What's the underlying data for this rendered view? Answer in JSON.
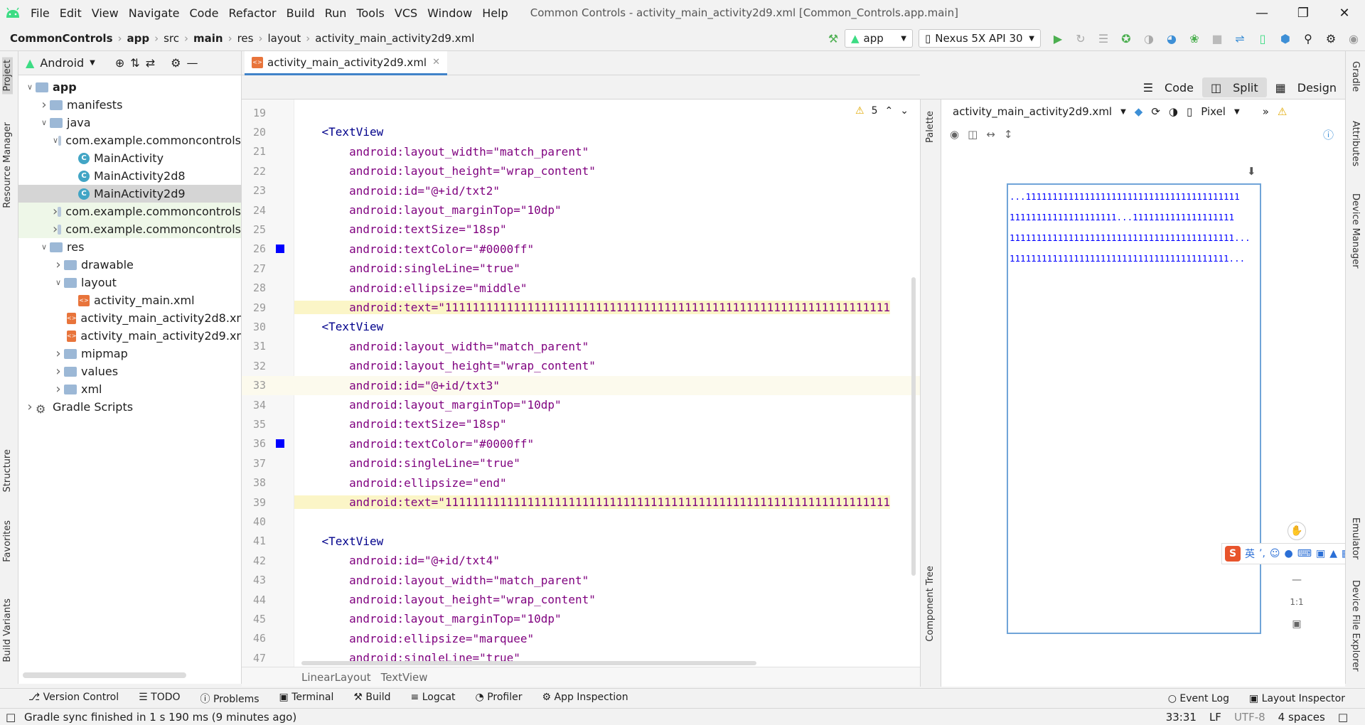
{
  "menu": {
    "items": [
      "File",
      "Edit",
      "View",
      "Navigate",
      "Code",
      "Refactor",
      "Build",
      "Run",
      "Tools",
      "VCS",
      "Window",
      "Help"
    ],
    "title": "Common Controls - activity_main_activity2d9.xml [Common_Controls.app.main]"
  },
  "nav": {
    "crumbs": [
      "CommonControls",
      "app",
      "src",
      "main",
      "res",
      "layout",
      "activity_main_activity2d9.xml"
    ],
    "run_config": "app",
    "device": "Nexus 5X API 30"
  },
  "project": {
    "view_mode": "Android",
    "tree": [
      {
        "label": "app",
        "depth": 0,
        "arrow": "down",
        "icon": "folder"
      },
      {
        "label": "manifests",
        "depth": 1,
        "arrow": "right",
        "icon": "folder"
      },
      {
        "label": "java",
        "depth": 1,
        "arrow": "down",
        "icon": "folder"
      },
      {
        "label": "com.example.commoncontrols",
        "depth": 2,
        "arrow": "down",
        "icon": "package"
      },
      {
        "label": "MainActivity",
        "depth": 3,
        "arrow": "",
        "icon": "class"
      },
      {
        "label": "MainActivity2d8",
        "depth": 3,
        "arrow": "",
        "icon": "class"
      },
      {
        "label": "MainActivity2d9",
        "depth": 3,
        "arrow": "",
        "icon": "class",
        "selected": true
      },
      {
        "label": "com.example.commoncontrols",
        "depth": 2,
        "arrow": "right",
        "icon": "package",
        "green": true
      },
      {
        "label": "com.example.commoncontrols",
        "depth": 2,
        "arrow": "right",
        "icon": "package",
        "green": true
      },
      {
        "label": "res",
        "depth": 1,
        "arrow": "down",
        "icon": "folder"
      },
      {
        "label": "drawable",
        "depth": 2,
        "arrow": "right",
        "icon": "folder"
      },
      {
        "label": "layout",
        "depth": 2,
        "arrow": "down",
        "icon": "folder"
      },
      {
        "label": "activity_main.xml",
        "depth": 3,
        "arrow": "",
        "icon": "xml"
      },
      {
        "label": "activity_main_activity2d8.xml",
        "depth": 3,
        "arrow": "",
        "icon": "xml"
      },
      {
        "label": "activity_main_activity2d9.xml",
        "depth": 3,
        "arrow": "",
        "icon": "xml"
      },
      {
        "label": "mipmap",
        "depth": 2,
        "arrow": "right",
        "icon": "folder"
      },
      {
        "label": "values",
        "depth": 2,
        "arrow": "right",
        "icon": "folder"
      },
      {
        "label": "xml",
        "depth": 2,
        "arrow": "right",
        "icon": "folder"
      },
      {
        "label": "Gradle Scripts",
        "depth": 0,
        "arrow": "right",
        "icon": "gradle"
      }
    ]
  },
  "left_tabs": [
    "Project",
    "Resource Manager",
    "Structure",
    "Favorites",
    "Build Variants"
  ],
  "right_tabs": [
    "Gradle",
    "Attributes",
    "Device Manager",
    "Emulator",
    "Device File Explorer"
  ],
  "editor": {
    "tab": "activity_main_activity2d9.xml",
    "modes": [
      "Code",
      "Split",
      "Design"
    ],
    "active_mode": "Split",
    "warnings": "5",
    "lines": [
      {
        "n": "19",
        "text": ""
      },
      {
        "n": "20",
        "text": "    <TextView",
        "kind": "tag"
      },
      {
        "n": "21",
        "text": "        android:layout_width=\"match_parent\"",
        "kind": "attr"
      },
      {
        "n": "22",
        "text": "        android:layout_height=\"wrap_content\"",
        "kind": "attr"
      },
      {
        "n": "23",
        "text": "        android:id=\"@+id/txt2\"",
        "kind": "attr"
      },
      {
        "n": "24",
        "text": "        android:layout_marginTop=\"10dp\"",
        "kind": "attr"
      },
      {
        "n": "25",
        "text": "        android:textSize=\"18sp\"",
        "kind": "attr"
      },
      {
        "n": "26",
        "text": "        android:textColor=\"#0000ff\"",
        "kind": "attr",
        "swatch": "#0000ff"
      },
      {
        "n": "27",
        "text": "        android:singleLine=\"true\"",
        "kind": "attr"
      },
      {
        "n": "28",
        "text": "        android:ellipsize=\"middle\"",
        "kind": "attr"
      },
      {
        "n": "29",
        "text": "        android:text=\"11111111111111111111111111111111111111111111111111111111111111111",
        "kind": "attr",
        "hl": true
      },
      {
        "n": "30",
        "text": "    <TextView",
        "kind": "tag"
      },
      {
        "n": "31",
        "text": "        android:layout_width=\"match_parent\"",
        "kind": "attr"
      },
      {
        "n": "32",
        "text": "        android:layout_height=\"wrap_content\"",
        "kind": "attr"
      },
      {
        "n": "33",
        "text": "        android:id=\"@+id/txt3\"",
        "kind": "attr",
        "current": true
      },
      {
        "n": "34",
        "text": "        android:layout_marginTop=\"10dp\"",
        "kind": "attr"
      },
      {
        "n": "35",
        "text": "        android:textSize=\"18sp\"",
        "kind": "attr"
      },
      {
        "n": "36",
        "text": "        android:textColor=\"#0000ff\"",
        "kind": "attr",
        "swatch": "#0000ff"
      },
      {
        "n": "37",
        "text": "        android:singleLine=\"true\"",
        "kind": "attr"
      },
      {
        "n": "38",
        "text": "        android:ellipsize=\"end\"",
        "kind": "attr"
      },
      {
        "n": "39",
        "text": "        android:text=\"11111111111111111111111111111111111111111111111111111111111111111",
        "kind": "attr",
        "hl": true
      },
      {
        "n": "40",
        "text": ""
      },
      {
        "n": "41",
        "text": "    <TextView",
        "kind": "tag"
      },
      {
        "n": "42",
        "text": "        android:id=\"@+id/txt4\"",
        "kind": "attr"
      },
      {
        "n": "43",
        "text": "        android:layout_width=\"match_parent\"",
        "kind": "attr"
      },
      {
        "n": "44",
        "text": "        android:layout_height=\"wrap_content\"",
        "kind": "attr"
      },
      {
        "n": "45",
        "text": "        android:layout_marginTop=\"10dp\"",
        "kind": "attr"
      },
      {
        "n": "46",
        "text": "        android:ellipsize=\"marquee\"",
        "kind": "attr"
      },
      {
        "n": "47",
        "text": "        android:singleLine=\"true\"",
        "kind": "attr"
      }
    ],
    "breadcrumbs": [
      "LinearLayout",
      "TextView"
    ]
  },
  "design": {
    "file": "activity_main_activity2d9.xml",
    "device": "Pixel",
    "palette_label": "Palette",
    "tree_label": "Component Tree",
    "preview_lines": [
      "...1111111111111111111111111111111111111111",
      "11111111111111111111...1111111111111111111",
      "111111111111111111111111111111111111111111...",
      "11111111111111111111111111111111111111111..."
    ],
    "zoom_label": "1:1",
    "ime": "英"
  },
  "bottom": {
    "tools": [
      "Version Control",
      "TODO",
      "Problems",
      "Terminal",
      "Build",
      "Logcat",
      "Profiler",
      "App Inspection"
    ],
    "right_tools": [
      "Event Log",
      "Layout Inspector"
    ]
  },
  "status": {
    "message": "Gradle sync finished in 1 s 190 ms (9 minutes ago)",
    "position": "33:31",
    "line_sep": "LF",
    "encoding": "UTF-8",
    "indent": "4 spaces"
  },
  "colors": {
    "accent": "#4083c9",
    "preview_text": "#0000ff"
  }
}
